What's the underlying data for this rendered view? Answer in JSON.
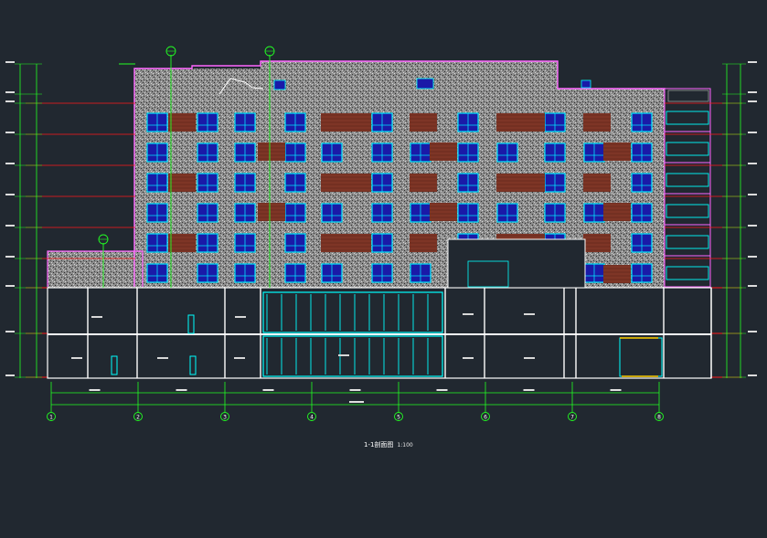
{
  "drawing": {
    "title": "1-1剖面图",
    "scale": "1:100",
    "axis_labels": [
      "1",
      "2",
      "3",
      "4",
      "5",
      "6",
      "7",
      "8"
    ],
    "colors": {
      "background": "#212830",
      "facade": "#8f8f8f",
      "outline": "#ff66ff",
      "level_line": "#ff1a1a",
      "dimension": "#22ff22",
      "glass": "#00ffff",
      "window_frame": "#00e5ff",
      "window_pane": "#1a1aa8",
      "brick": "#8a3b2a",
      "section_wall": "#ffffff",
      "text": "#ffffff"
    }
  }
}
